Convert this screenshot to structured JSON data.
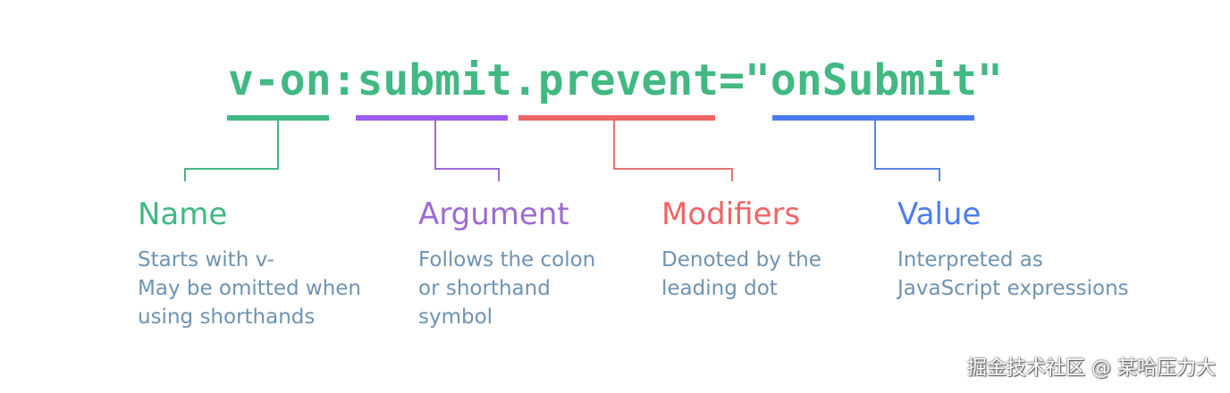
{
  "code": "v-on:submit.prevent=\"onSubmit\"",
  "colors": {
    "name": "#42b883",
    "argument": "#9b5cf0",
    "modifiers": "#ef6566",
    "value": "#4a7cf0",
    "description": "#6f93b1"
  },
  "parts": [
    {
      "title": "Name",
      "description": "Starts with v-\nMay be omitted when\nusing shorthands"
    },
    {
      "title": "Argument",
      "description": "Follows the colon\nor shorthand\nsymbol"
    },
    {
      "title": "Modifiers",
      "description": "Denoted by the\nleading dot"
    },
    {
      "title": "Value",
      "description": "Interpreted as\nJavaScript expressions"
    }
  ],
  "watermark": "掘金技术社区 @ 某哈压力大"
}
